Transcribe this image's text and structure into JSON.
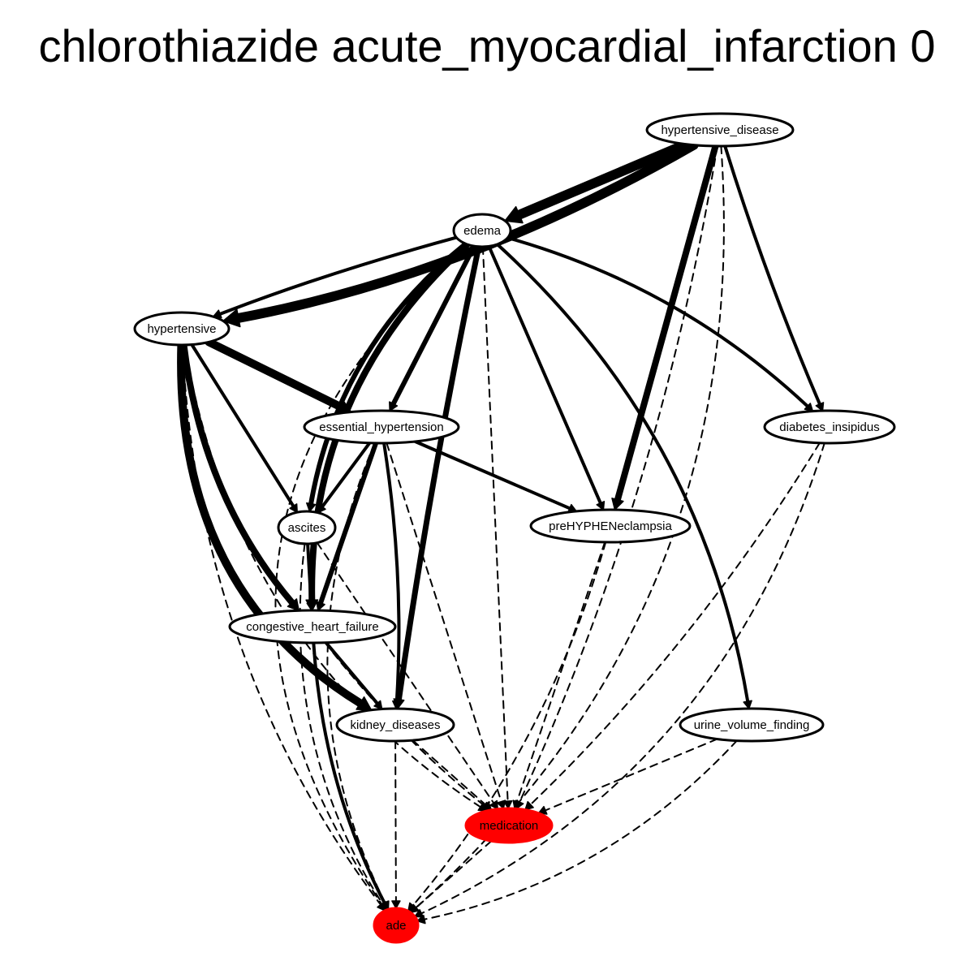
{
  "title": "chlorothiazide acute_myocardial_infarction 0",
  "colors": {
    "highlight": "#ff0000",
    "stroke": "#000000",
    "node_fill": "#ffffff"
  },
  "nodes": [
    {
      "id": "hypertensive_disease",
      "label": "hypertensive_disease"
    },
    {
      "id": "edema",
      "label": "edema"
    },
    {
      "id": "hypertensive",
      "label": "hypertensive"
    },
    {
      "id": "essential_hypertension",
      "label": "essential_hypertension"
    },
    {
      "id": "diabetes_insipidus",
      "label": "diabetes_insipidus"
    },
    {
      "id": "ascites",
      "label": "ascites"
    },
    {
      "id": "preHYPHENeclampsia",
      "label": "preHYPHENeclampsia"
    },
    {
      "id": "congestive_heart_failure",
      "label": "congestive_heart_failure"
    },
    {
      "id": "kidney_diseases",
      "label": "kidney_diseases"
    },
    {
      "id": "urine_volume_finding",
      "label": "urine_volume_finding"
    },
    {
      "id": "medication",
      "label": "medication",
      "highlight": true
    },
    {
      "id": "ade",
      "label": "ade",
      "highlight": true
    }
  ],
  "edges": [
    {
      "from": "hypertensive_disease",
      "to": "hypertensive",
      "style": "solid",
      "weight": 12
    },
    {
      "from": "hypertensive_disease",
      "to": "edema",
      "style": "solid",
      "weight": 12
    },
    {
      "from": "hypertensive_disease",
      "to": "preHYPHENeclampsia",
      "style": "solid",
      "weight": 8
    },
    {
      "from": "hypertensive_disease",
      "to": "diabetes_insipidus",
      "style": "solid",
      "weight": 4
    },
    {
      "from": "hypertensive_disease",
      "to": "medication",
      "style": "dashed",
      "weight": 2
    },
    {
      "from": "hypertensive_disease",
      "to": "ade",
      "style": "dashed",
      "weight": 2
    },
    {
      "from": "edema",
      "to": "hypertensive",
      "style": "solid",
      "weight": 4
    },
    {
      "from": "edema",
      "to": "essential_hypertension",
      "style": "solid",
      "weight": 6
    },
    {
      "from": "edema",
      "to": "ascites",
      "style": "solid",
      "weight": 6
    },
    {
      "from": "edema",
      "to": "congestive_heart_failure",
      "style": "solid",
      "weight": 8
    },
    {
      "from": "edema",
      "to": "kidney_diseases",
      "style": "solid",
      "weight": 7
    },
    {
      "from": "edema",
      "to": "preHYPHENeclampsia",
      "style": "solid",
      "weight": 4
    },
    {
      "from": "edema",
      "to": "urine_volume_finding",
      "style": "solid",
      "weight": 4
    },
    {
      "from": "edema",
      "to": "diabetes_insipidus",
      "style": "solid",
      "weight": 4
    },
    {
      "from": "edema",
      "to": "medication",
      "style": "dashed",
      "weight": 2
    },
    {
      "from": "edema",
      "to": "ade",
      "style": "dashed",
      "weight": 2
    },
    {
      "from": "hypertensive",
      "to": "essential_hypertension",
      "style": "solid",
      "weight": 10
    },
    {
      "from": "hypertensive",
      "to": "ascites",
      "style": "solid",
      "weight": 4
    },
    {
      "from": "hypertensive",
      "to": "congestive_heart_failure",
      "style": "solid",
      "weight": 8
    },
    {
      "from": "hypertensive",
      "to": "kidney_diseases",
      "style": "solid",
      "weight": 10
    },
    {
      "from": "hypertensive",
      "to": "medication",
      "style": "dashed",
      "weight": 2
    },
    {
      "from": "hypertensive",
      "to": "ade",
      "style": "dashed",
      "weight": 2
    },
    {
      "from": "essential_hypertension",
      "to": "ascites",
      "style": "solid",
      "weight": 4
    },
    {
      "from": "essential_hypertension",
      "to": "congestive_heart_failure",
      "style": "solid",
      "weight": 6
    },
    {
      "from": "essential_hypertension",
      "to": "kidney_diseases",
      "style": "solid",
      "weight": 4
    },
    {
      "from": "essential_hypertension",
      "to": "preHYPHENeclampsia",
      "style": "solid",
      "weight": 4
    },
    {
      "from": "essential_hypertension",
      "to": "medication",
      "style": "dashed",
      "weight": 2
    },
    {
      "from": "essential_hypertension",
      "to": "ade",
      "style": "dashed",
      "weight": 2
    },
    {
      "from": "ascites",
      "to": "congestive_heart_failure",
      "style": "solid",
      "weight": 4
    },
    {
      "from": "ascites",
      "to": "medication",
      "style": "dashed",
      "weight": 2
    },
    {
      "from": "ascites",
      "to": "ade",
      "style": "dashed",
      "weight": 2
    },
    {
      "from": "congestive_heart_failure",
      "to": "kidney_diseases",
      "style": "solid",
      "weight": 4
    },
    {
      "from": "congestive_heart_failure",
      "to": "ade",
      "style": "solid",
      "weight": 4
    },
    {
      "from": "congestive_heart_failure",
      "to": "medication",
      "style": "dashed",
      "weight": 2
    },
    {
      "from": "preHYPHENeclampsia",
      "to": "medication",
      "style": "dashed",
      "weight": 2
    },
    {
      "from": "preHYPHENeclampsia",
      "to": "ade",
      "style": "dashed",
      "weight": 2
    },
    {
      "from": "diabetes_insipidus",
      "to": "medication",
      "style": "dashed",
      "weight": 2
    },
    {
      "from": "diabetes_insipidus",
      "to": "ade",
      "style": "dashed",
      "weight": 2
    },
    {
      "from": "kidney_diseases",
      "to": "medication",
      "style": "dashed",
      "weight": 2
    },
    {
      "from": "kidney_diseases",
      "to": "ade",
      "style": "dashed",
      "weight": 2
    },
    {
      "from": "urine_volume_finding",
      "to": "medication",
      "style": "dashed",
      "weight": 2
    },
    {
      "from": "urine_volume_finding",
      "to": "ade",
      "style": "dashed",
      "weight": 2
    },
    {
      "from": "medication",
      "to": "ade",
      "style": "dashed",
      "weight": 2
    }
  ]
}
